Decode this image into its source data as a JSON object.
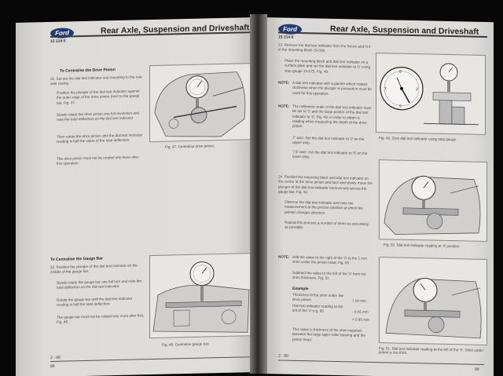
{
  "header": {
    "brand": "Ford",
    "title": "Rear Axle, Suspension and Driveshaft",
    "doc_code": "15 214 0"
  },
  "left": {
    "section1_heading": "To Centralise the Drive Pinion",
    "steps1": [
      "21. Secure the dial test indicator and mounting to the rear axle casing.",
      "Position the plunger of the dial test indicator against the outer edge of the drive pinion (next to the gauge bar, Fig. 47.",
      "Slowly rotate the drive pinion one full revolution and note the total deflection on the dial test indicator.",
      "Then rotate the drive pinion until the dial test indicator reading is half the value of the total deflection.",
      "The drive pinion must not be rotated any more after this operation."
    ],
    "fig47_caption": "Fig. 47.    Centralise drive pinion.",
    "section2_heading": "To Centralise the Gauge Bar",
    "steps2": [
      "22. Position the plunger of the dial test indicator on the middle of the gauge bar.",
      "Slowly rotate the gauge bar one full turn and note the total deflection on the dial test indicator.",
      "Rotate the gauge bar until the dial test indicator reading is half the total deflection.",
      "The gauge bar must not be rotated any more after this, Fig. 48."
    ],
    "fig48_caption": "Fig. 48.    Centralise gauge bar.",
    "page_number": "2 - 89",
    "footer_mark": "89"
  },
  "right": {
    "step23": "23. Remove the dial test indicator from the fixture and fit it in the mounting block 15-008.",
    "step23b": "Place the mounting block and dial test indicator on a surface plate and set the dial test indicator to '0' using step gauge 15-075, Fig. 49.",
    "note1_label": "NOTE:",
    "note1": "A dial test indicator with a pointer which rotates clockwise when the plunger is pressed in must be used for this operation.",
    "note2_label": "NOTE:",
    "note2": "The millimetre scale of the dial test indicator must be set to '1' and the large pointer of the dial test indicator to '0', Fig. 49, in order to obtain a reading when measuring the depth of the drive pinion.",
    "axle7": "7\" axle: Set the dial test indicator to '0' on the upper step.",
    "axle75": "7.5\" axle: Set the dial test indicator to '0' on the lower step.",
    "fig49_caption": "Fig. 49.    Zero dial test indicator using step gauge.",
    "step24": "24. Position the mounting block and dial test indicator on the centre of the drive pinion and face and slowly move the plunger of the dial test indicator transversely across the gauge bar, Fig. 50.",
    "step24b": "Observe the dial test indicator and note the measurement at the precise position at which the pointer changes direction.",
    "step24c": "Repeat this process a number of times as accurately as possible.",
    "fig50_caption": "Fig. 50.    Dial test indicator reading at '0' position.",
    "note3_label": "NOTE:",
    "note3": "Add the value to the right of the '0' to the 1 mm shim under the pinion head, Fig. 50.",
    "note3b": "Subtract the value to the left of the '0' from the shim thickness, Fig. 51.",
    "example_heading": "Example",
    "example_rows": [
      {
        "label": "Thickness of the shim under the drive pinion.",
        "value": "1.00 mm"
      },
      {
        "label": "Dial test indicator reading to the left of the '0' e.g. 95",
        "value": "- 0.05 mm"
      },
      {
        "label": "",
        "value": "= 0.95 mm"
      }
    ],
    "example_result": "This value is thickness of the shim required between the large taper roller bearing and the pinion head.",
    "fig51_caption": "Fig. 51.    Dial test indicator reading to the left of the '0'. Shim under pinion is too thick.",
    "page_number": "2 - 90",
    "footer_mark": "90"
  },
  "colors": {
    "paper": "#dcdad7",
    "text": "#4a4a4a",
    "ford_blue": "#1f3d78",
    "background": "#070707"
  }
}
